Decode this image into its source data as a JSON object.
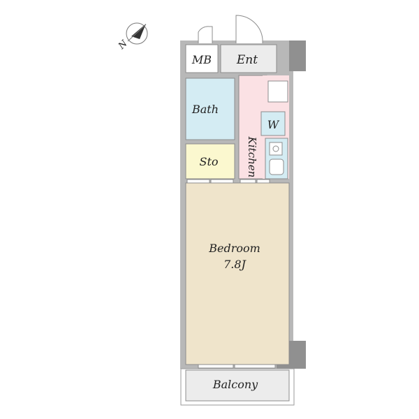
{
  "compass": {
    "letter": "N"
  },
  "rooms": {
    "mb": {
      "label": "MB",
      "color": "#ffffff"
    },
    "ent": {
      "label": "Ent",
      "color": "#ececec"
    },
    "bath": {
      "label": "Bath",
      "color": "#d4ecf3"
    },
    "sto": {
      "label": "Sto",
      "color": "#fbf8cf"
    },
    "kitchen": {
      "label": "Kitchen",
      "color": "#fbe1e4"
    },
    "washer": {
      "label": "W",
      "color": "#d4ecf3"
    },
    "bedroom": {
      "label": "Bedroom",
      "size": "7.8J",
      "color": "#efe4cb"
    },
    "balcony": {
      "label": "Balcony",
      "color": "#ececec"
    }
  },
  "colors": {
    "wall": "#b8b8b8",
    "column": "#909090",
    "outline": "#8c8c8c"
  }
}
